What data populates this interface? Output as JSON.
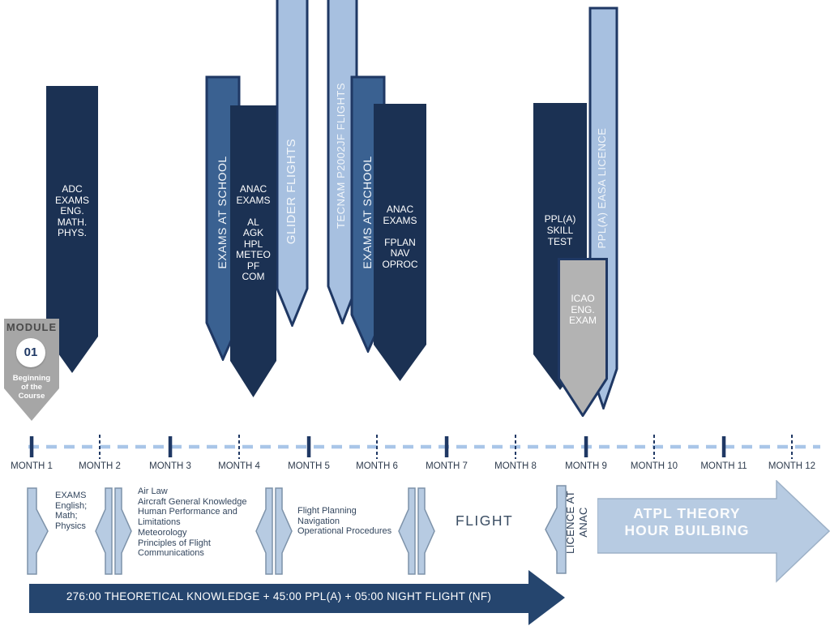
{
  "colors": {
    "navy": "#1b3153",
    "medium_blue": "#3a6191",
    "light_blue": "#a7c0e0",
    "pale_blue_arrow": "#b7cbe2",
    "module_gray": "#a6a6a6",
    "icao_gray": "#b3b3b3",
    "dash_blue": "#a9c6e8",
    "outline_navy": "#1f3864",
    "bottom_arrow_navy": "#25456e",
    "note_text": "#33465e"
  },
  "module_marker": {
    "title": "MODULE",
    "number": "01",
    "caption": "Beginning\nof the\nCourse"
  },
  "banners": {
    "adc": {
      "text": "ADC\nEXAMS\nENG.\nMATH.\nPHYS."
    },
    "school1": {
      "text": "EXAMS AT SCHOOL"
    },
    "glider": {
      "text": "GLIDER FLIGHTS"
    },
    "anac1": {
      "text": "ANAC\nEXAMS\n\nAL\nAGK\nHPL\nMETEO\nPF\nCOM"
    },
    "tecnam": {
      "text": "TECNAM P2002JF FLIGHTS"
    },
    "school2": {
      "text": "EXAMS AT SCHOOL"
    },
    "anac2": {
      "text": "ANAC\nEXAMS\n\nFPLAN\nNAV\nOPROC"
    },
    "skill": {
      "text": "PPL(A)\nSKILL\nTEST"
    },
    "easa": {
      "text": "PPL(A) EASA LICENCE"
    },
    "icao": {
      "text": "ICAO\nENG.\nEXAM"
    }
  },
  "timeline": {
    "months": [
      "MONTH 1",
      "MONTH 2",
      "MONTH 3",
      "MONTH 4",
      "MONTH 5",
      "MONTH 6",
      "MONTH 7",
      "MONTH 8",
      "MONTH 9",
      "MONTH 10",
      "MONTH 11",
      "MONTH 12"
    ]
  },
  "notes": {
    "exams": "EXAMS\nEnglish;\nMath;\nPhysics",
    "subjects": "Air Law\nAircraft General Knowledge\nHuman Performance and\nLimitations\nMeteorology\nPrinciples of Flight\nCommunications",
    "flight_planning": "Flight Planning\nNavigation\nOperational Procedures",
    "flight": "FLIGHT",
    "licence_at_anac": "LICENCE AT\nANAC"
  },
  "arrows": {
    "atpl": "ATPL THEORY\nHOUR BUILBING",
    "total": "276:00 THEORETICAL KNOWLEDGE + 45:00 PPL(A) + 05:00 NIGHT FLIGHT (NF)"
  }
}
